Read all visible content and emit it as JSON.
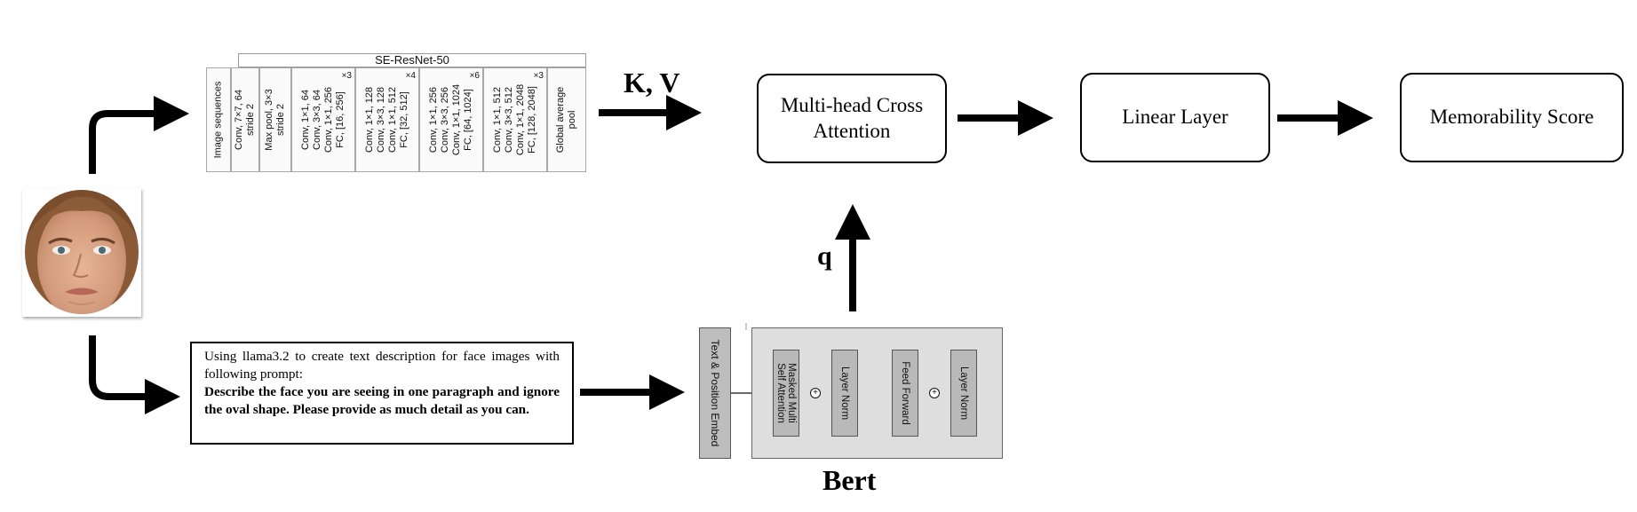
{
  "diagram": {
    "face_image_alt": "",
    "se_resnet": {
      "title": "SE-ResNet-50",
      "columns": [
        {
          "lines": [
            "Image sequences"
          ],
          "mult": ""
        },
        {
          "lines": [
            "Conv, 7×7, 64",
            "stride 2"
          ],
          "mult": ""
        },
        {
          "lines": [
            "Max pool, 3×3",
            "stride 2"
          ],
          "mult": ""
        },
        {
          "lines": [
            "Conv, 1×1, 64",
            "Conv, 3×3, 64",
            "Conv, 1×1, 256",
            "FC, [16, 256]"
          ],
          "mult": "×3"
        },
        {
          "lines": [
            "Conv, 1×1, 128",
            "Conv, 3×3, 128",
            "Conv, 1×1, 512",
            "FC, [32, 512]"
          ],
          "mult": "×4"
        },
        {
          "lines": [
            "Conv, 1×1, 256",
            "Conv, 3×3, 256",
            "Conv, 1×1, 1024",
            "FC, [64, 1024]"
          ],
          "mult": "×6"
        },
        {
          "lines": [
            "Conv, 1×1, 512",
            "Conv, 3×3, 512",
            "Conv, 1×1, 2048",
            "FC, [128, 2048]"
          ],
          "mult": "×3"
        },
        {
          "lines": [
            "Global average",
            "pool"
          ],
          "mult": ""
        }
      ]
    },
    "kv_label": "K, V",
    "q_label": "q",
    "cross_attention_label": "Multi-head Cross Attention",
    "linear_layer_label": "Linear Layer",
    "memorability_label": "Memorability Score",
    "prompt": {
      "intro": "Using llama3.2 to create text description for face images with following prompt:",
      "bold": "Describe the face you are seeing in one paragraph and ignore the oval shape. Please provide as much detail as you can."
    },
    "embed_label": "Text & Position Embed",
    "bert": {
      "title": "Bert",
      "blocks": [
        "Masked Multi Self Attention",
        "Layer Norm",
        "Feed Forward",
        "Layer Norm"
      ],
      "plus_symbol": "+"
    }
  }
}
